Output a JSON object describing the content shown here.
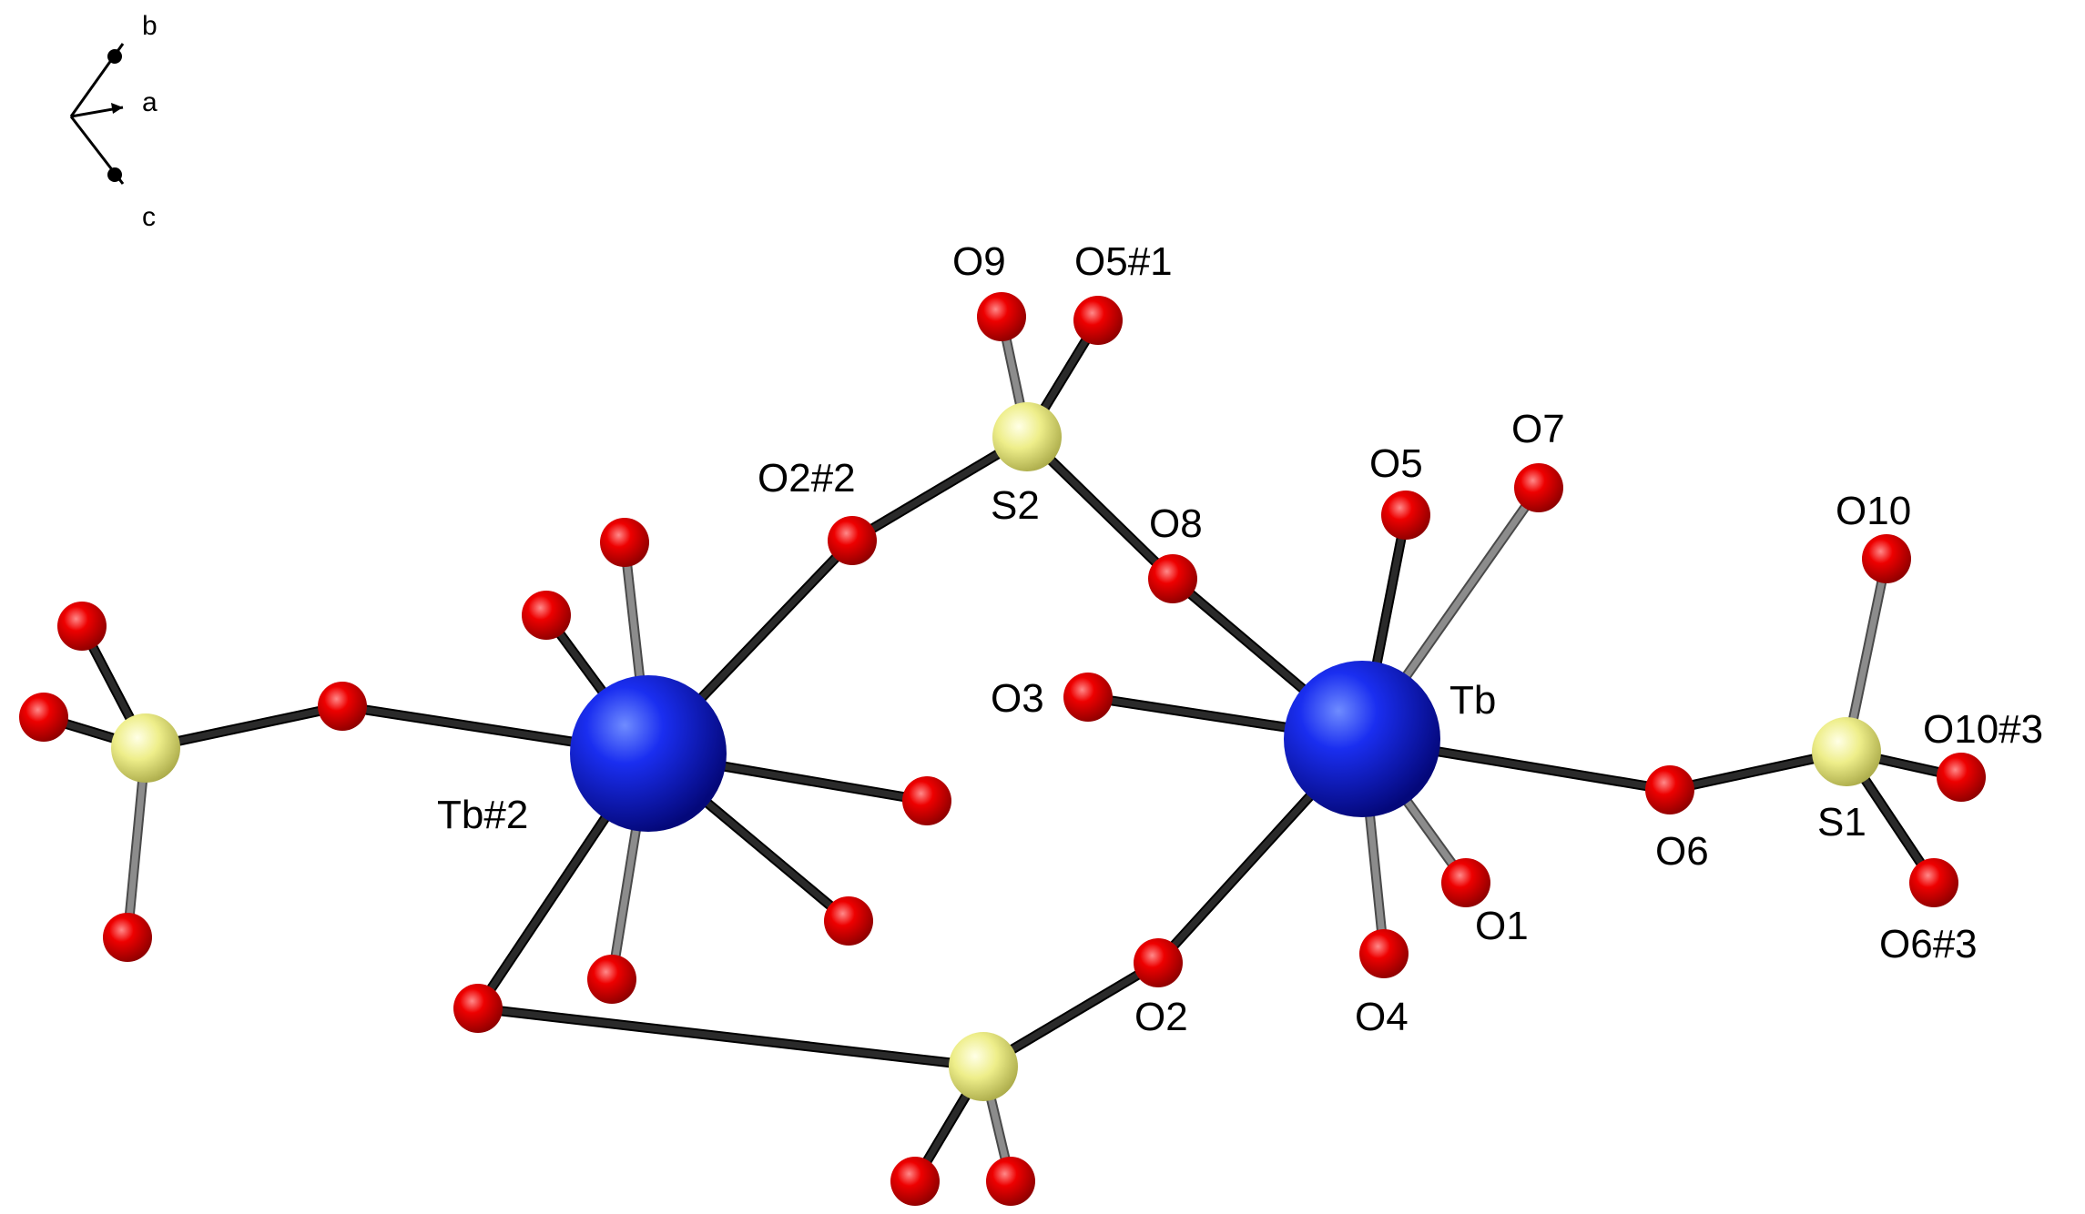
{
  "colors": {
    "background": "#ffffff",
    "terbium": "#0a0fd0",
    "sulfur": "#e8e878",
    "oxygen": "#e00000",
    "bond_dark": "#2a2a2a",
    "bond_light": "#8c8c8c"
  },
  "axes": {
    "b_label": "b",
    "a_label": "a",
    "c_label": "c"
  },
  "atoms": [
    {
      "id": "tb",
      "element": "Tb",
      "label": "Tb"
    },
    {
      "id": "tb2",
      "element": "Tb",
      "label": "Tb#2"
    },
    {
      "id": "s1",
      "element": "S",
      "label": "S1"
    },
    {
      "id": "s2",
      "element": "S",
      "label": "S2"
    },
    {
      "id": "s3",
      "element": "S",
      "label": ""
    },
    {
      "id": "s4",
      "element": "S",
      "label": ""
    },
    {
      "id": "o1",
      "element": "O",
      "label": "O1"
    },
    {
      "id": "o2",
      "element": "O",
      "label": "O2"
    },
    {
      "id": "o3",
      "element": "O",
      "label": "O3"
    },
    {
      "id": "o4",
      "element": "O",
      "label": "O4"
    },
    {
      "id": "o5",
      "element": "O",
      "label": "O5"
    },
    {
      "id": "o6",
      "element": "O",
      "label": "O6"
    },
    {
      "id": "o7",
      "element": "O",
      "label": "O7"
    },
    {
      "id": "o8",
      "element": "O",
      "label": "O8"
    },
    {
      "id": "o9",
      "element": "O",
      "label": "O9"
    },
    {
      "id": "o10",
      "element": "O",
      "label": "O10"
    },
    {
      "id": "o5_1",
      "element": "O",
      "label": "O5#1"
    },
    {
      "id": "o2_2",
      "element": "O",
      "label": "O2#2"
    },
    {
      "id": "o10_3",
      "element": "O",
      "label": "O10#3"
    },
    {
      "id": "o6_3",
      "element": "O",
      "label": "O6#3"
    },
    {
      "id": "q1",
      "element": "O",
      "label": ""
    },
    {
      "id": "q2",
      "element": "O",
      "label": ""
    },
    {
      "id": "q3",
      "element": "O",
      "label": ""
    },
    {
      "id": "q4",
      "element": "O",
      "label": ""
    },
    {
      "id": "q5",
      "element": "O",
      "label": ""
    },
    {
      "id": "q6",
      "element": "O",
      "label": ""
    },
    {
      "id": "q7",
      "element": "O",
      "label": ""
    },
    {
      "id": "q8",
      "element": "O",
      "label": ""
    },
    {
      "id": "q9",
      "element": "O",
      "label": ""
    },
    {
      "id": "q10",
      "element": "O",
      "label": ""
    },
    {
      "id": "q11",
      "element": "O",
      "label": ""
    },
    {
      "id": "q12",
      "element": "O",
      "label": ""
    },
    {
      "id": "q13",
      "element": "O",
      "label": ""
    }
  ],
  "bonds": [
    [
      "tb",
      "o8"
    ],
    [
      "tb",
      "o5"
    ],
    [
      "tb",
      "o7"
    ],
    [
      "tb",
      "o3"
    ],
    [
      "tb",
      "o6"
    ],
    [
      "tb",
      "o1"
    ],
    [
      "tb",
      "o4"
    ],
    [
      "tb",
      "o2"
    ],
    [
      "s2",
      "o9"
    ],
    [
      "s2",
      "o5_1"
    ],
    [
      "s2",
      "o2_2"
    ],
    [
      "s2",
      "o8"
    ],
    [
      "s1",
      "o6"
    ],
    [
      "s1",
      "o10"
    ],
    [
      "s1",
      "o10_3"
    ],
    [
      "s1",
      "o6_3"
    ],
    [
      "tb2",
      "o2_2"
    ],
    [
      "tb2",
      "q1"
    ],
    [
      "tb2",
      "q2"
    ],
    [
      "tb2",
      "q3"
    ],
    [
      "tb2",
      "q4"
    ],
    [
      "tb2",
      "q5"
    ],
    [
      "tb2",
      "q6"
    ],
    [
      "tb2",
      "q7"
    ],
    [
      "s3",
      "q4"
    ],
    [
      "s3",
      "q8"
    ],
    [
      "s3",
      "q9"
    ],
    [
      "s3",
      "q10"
    ],
    [
      "s4",
      "q7"
    ],
    [
      "s4",
      "o2"
    ],
    [
      "s4",
      "q11"
    ],
    [
      "s4",
      "q12"
    ]
  ]
}
